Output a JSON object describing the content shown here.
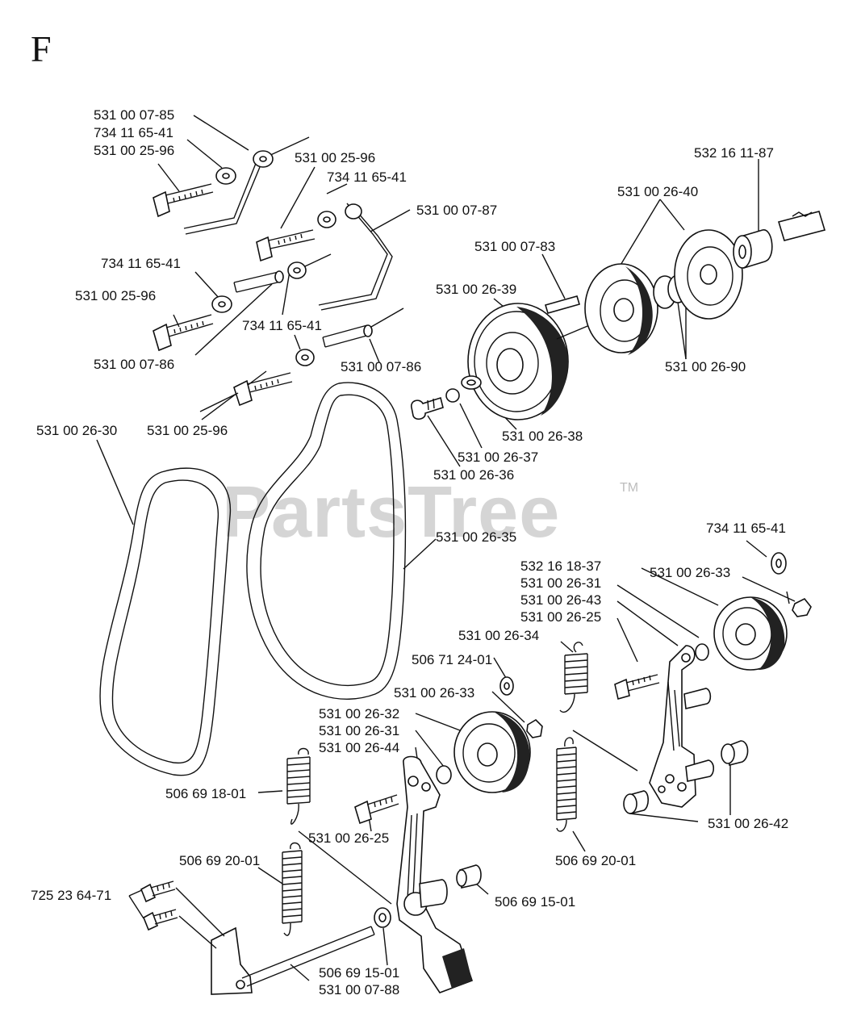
{
  "section_letter": "F",
  "watermark": "PartsTree",
  "trademark": "TM",
  "labels": {
    "l01": "531 00 07-85",
    "l02": "734 11 65-41",
    "l03": "531 00 25-96",
    "l04": "531 00 25-96",
    "l05": "734 11 65-41",
    "l06": "531 00 07-87",
    "l07": "532 16 11-87",
    "l08": "531 00 26-40",
    "l09": "531 00 07-83",
    "l10": "734 11 65-41",
    "l11": "531 00 25-96",
    "l12": "531 00 26-39",
    "l13": "734 11 65-41",
    "l14": "531 00 07-86",
    "l15": "531 00 07-86",
    "l16": "531 00 26-90",
    "l17": "531 00 26-30",
    "l18": "531 00 25-96",
    "l19": "531 00 26-38",
    "l20": "531 00 26-37",
    "l21": "531 00 26-36",
    "l22": "531 00 26-35",
    "l23": "734 11 65-41",
    "l24": "532 16 18-37",
    "l25": "531 00 26-33",
    "l26": "531 00 26-31",
    "l27": "531 00 26-43",
    "l28": "531 00 26-25",
    "l29": "531 00 26-34",
    "l30": "506 71 24-01",
    "l31": "531 00 26-33",
    "l32": "531 00 26-32",
    "l33": "531 00 26-31",
    "l34": "531 00 26-44",
    "l35": "506 69 18-01",
    "l36": "531 00 26-25",
    "l37": "531 00 26-42",
    "l38": "506 69 20-01",
    "l39": "506 69 20-01",
    "l40": "725 23 64-71",
    "l41": "506 69 15-01",
    "l42": "506 69 15-01",
    "l43": "531 00 07-88"
  }
}
